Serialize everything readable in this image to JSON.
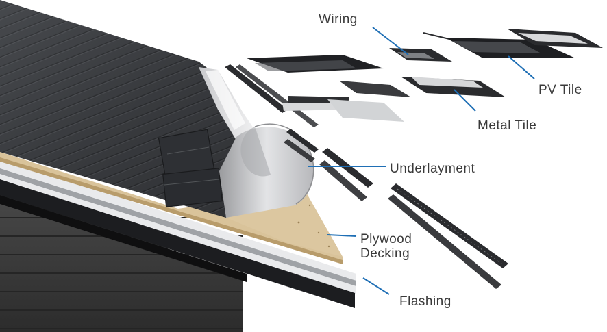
{
  "diagram": {
    "labels": {
      "wiring": "Wiring",
      "pv_tile": "PV Tile",
      "metal_tile": "Metal Tile",
      "underlayment": "Underlayment",
      "plywood_decking_line1": "Plywood",
      "plywood_decking_line2": "Decking",
      "flashing": "Flashing"
    },
    "colors": {
      "leader": "#1f6fb5",
      "label_text": "#3a3a3a",
      "solar_tile": "#2b2d30",
      "plywood": "#d9c39a",
      "siding": "#3b3b3b",
      "underlayment": "#c8c9cb",
      "metal": "#cfd1d3"
    }
  }
}
